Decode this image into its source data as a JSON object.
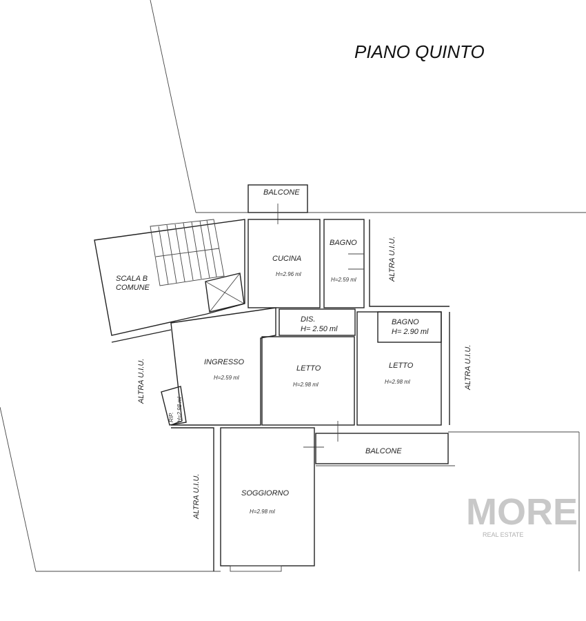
{
  "title": "PIANO QUINTO",
  "watermark": {
    "brand": "MORE",
    "tagline": "REAL ESTATE"
  },
  "rooms": {
    "balcone_top": "BALCONE",
    "cucina": {
      "name": "CUCINA",
      "height": "H=2.96 ml"
    },
    "bagno1": {
      "name": "BAGNO",
      "height": "H=2.59 ml"
    },
    "altra_right_top": "ALTRA U.I.U.",
    "scala": {
      "line1": "SCALA B",
      "line2": "COMUNE"
    },
    "dis": {
      "name": "DIS.",
      "height": "H= 2.50 ml"
    },
    "bagno2": {
      "name": "BAGNO",
      "height": "H= 2.90 ml"
    },
    "ingresso": {
      "name": "INGRESSO",
      "height": "H=2.59 ml"
    },
    "letto1": {
      "name": "LETTO",
      "height": "H=2.98 ml"
    },
    "letto2": {
      "name": "LETTO",
      "height": "H=2.98 ml"
    },
    "altra_right_mid": "ALTRA U.I.U.",
    "altra_left": "ALTRA U.I.U.",
    "rip": {
      "name": "RIP.",
      "height": "H=2.98 ml"
    },
    "balcone_bottom": "BALCONE",
    "altra_left_bottom": "ALTRA U.I.U.",
    "soggiorno": {
      "name": "SOGGIORNO",
      "height": "H=2.98 ml"
    }
  }
}
